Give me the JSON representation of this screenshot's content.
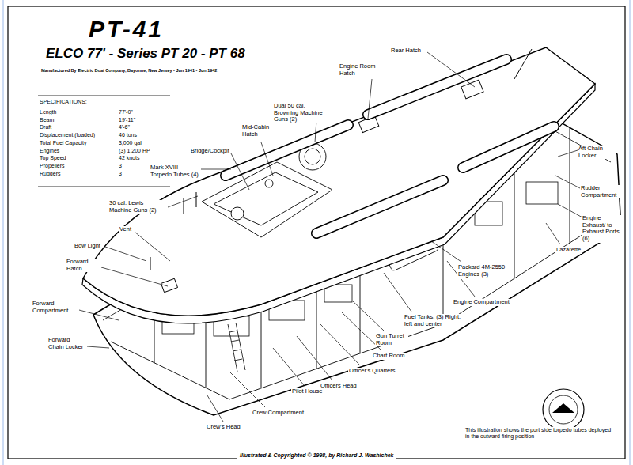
{
  "diagram": {
    "title": "PT-41",
    "caption": "This illustration shows the port side torpedo tubes deployed in the outward firing position",
    "labels": [
      "ELCO 77' - Series PT 20 - PT 68",
      "Manufactured By Electric Boat Company, Bayonne, New Jersey - Jun 1941 - Jun 1942",
      "SPECIFICATIONS:",
      "Length",
      "77'-0\"",
      "Beam",
      "19'-11\"",
      "Draft",
      "4'-6\"",
      "Displacement (loaded)",
      "46 tons",
      "Total Fuel Capacity",
      "3,000 gal",
      "Engines",
      "(3) 1,200 HP",
      "Top Speed",
      "42 knots",
      "Propellers",
      "3",
      "Rudders",
      "3",
      "Rear Hatch",
      "Engine Room Hatch",
      "Dual 50 cal. Browning Machine Guns (2)",
      "Mid-Cabin Hatch",
      "Bridge/Cockpit",
      "Mark XVIII Torpedo Tubes (4)",
      "30 cal. Lewis Machine Guns (2)",
      "Vent",
      "Bow Light",
      "Forward Hatch",
      "Forward Compartment",
      "Forward Chain Locker",
      "Crew's Head",
      "Crew Compartment",
      "Pilot House",
      "Officers Head",
      "Officer's Quarters",
      "Chart Room",
      "Gun Turret Room",
      "Fuel Tanks, (3) Right, left and center",
      "Engine Compartment",
      "Packard 4M-2550 Engines (3)",
      "Lazarette",
      "Engine Exhaust/ to Exhaust Ports (6)",
      "Rudder Compartment",
      "Aft Chain Locker",
      "Illustrated & Copyrighted © 1998, by Richard J. Washichek"
    ]
  }
}
